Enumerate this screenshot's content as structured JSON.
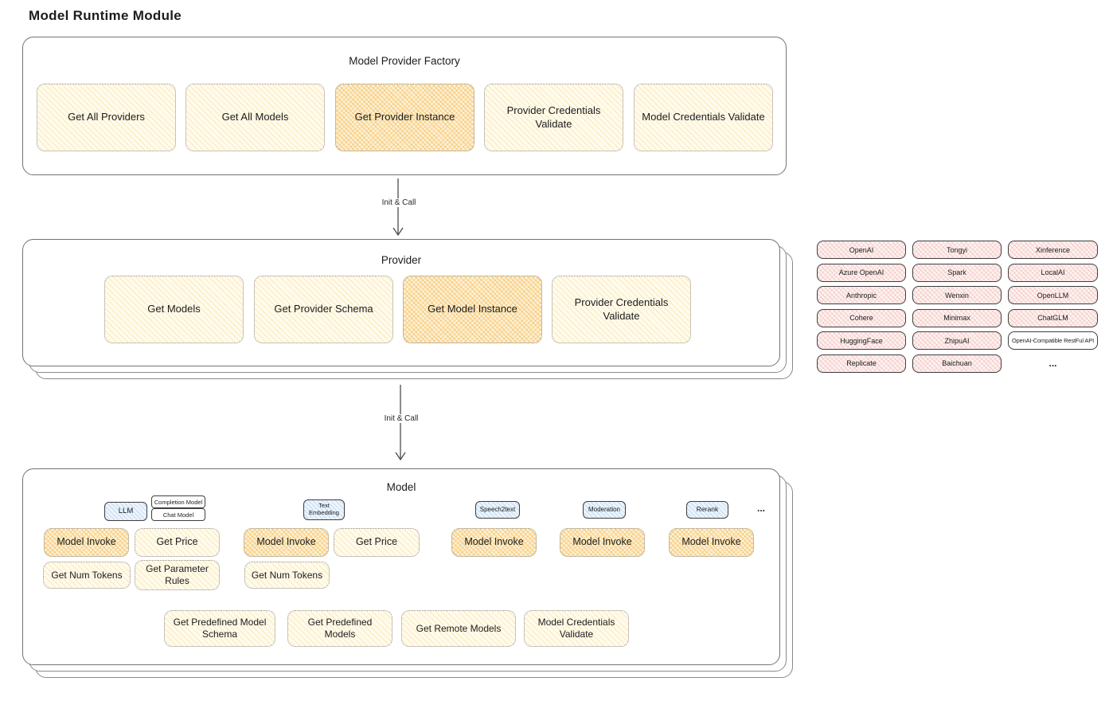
{
  "title": "Model Runtime Module",
  "colors": {
    "yellow_fill": "#fffbec",
    "yellow_hatch": "#ecc55e",
    "orange_fill": "#fcf0d3",
    "orange_hatch": "#f3aa34",
    "pink_fill": "#fdf2f1",
    "pink_hatch": "#e48278",
    "blue_fill": "#ecf4fc",
    "blue_hatch": "#7aaae0",
    "card_border": "#737373",
    "text": "#1c1c1c"
  },
  "arrows": {
    "init_call_1": "Init & Call",
    "init_call_2": "Init & Call"
  },
  "factory": {
    "title": "Model Provider Factory",
    "items": [
      {
        "label": "Get All Providers",
        "highlight": false
      },
      {
        "label": "Get All Models",
        "highlight": false
      },
      {
        "label": "Get Provider Instance",
        "highlight": true
      },
      {
        "label": "Provider Credentials Validate",
        "highlight": false
      },
      {
        "label": "Model Credentials Validate",
        "highlight": false
      }
    ]
  },
  "provider": {
    "title": "Provider",
    "items": [
      {
        "label": "Get Models",
        "highlight": false
      },
      {
        "label": "Get Provider Schema",
        "highlight": false
      },
      {
        "label": "Get Model Instance",
        "highlight": true
      },
      {
        "label": "Provider Credentials Validate",
        "highlight": false
      }
    ]
  },
  "providers_grid": {
    "rows": [
      [
        "OpenAI",
        "Tongyi",
        "Xinference"
      ],
      [
        "Azure OpenAI",
        "Spark",
        "LocalAI"
      ],
      [
        "Anthropic",
        "Wenxin",
        "OpenLLM"
      ],
      [
        "Cohere",
        "Minimax",
        "ChatGLM"
      ],
      [
        "HuggingFace",
        "ZhipuAI",
        "OpenAI-Compatible RestFul API"
      ],
      [
        "Replicate",
        "Baichuan",
        "..."
      ]
    ]
  },
  "model": {
    "title": "Model",
    "more": "...",
    "tabs": {
      "llm": "LLM",
      "completion_model": "Completion Model",
      "chat_model": "Chat Model",
      "text_embedding": "Text Embedding",
      "speech2text": "Speech2text",
      "moderation": "Moderation",
      "rerank": "Rerank"
    },
    "functions": {
      "model_invoke": "Model Invoke",
      "get_price": "Get Price",
      "get_num_tokens": "Get Num Tokens",
      "get_parameter_rules": "Get Parameter Rules",
      "get_predefined_model_schema": "Get Predefined Model Schema",
      "get_predefined_models": "Get Predefined Models",
      "get_remote_models": "Get Remote Models",
      "model_credentials_validate": "Model Credentials Validate"
    }
  }
}
